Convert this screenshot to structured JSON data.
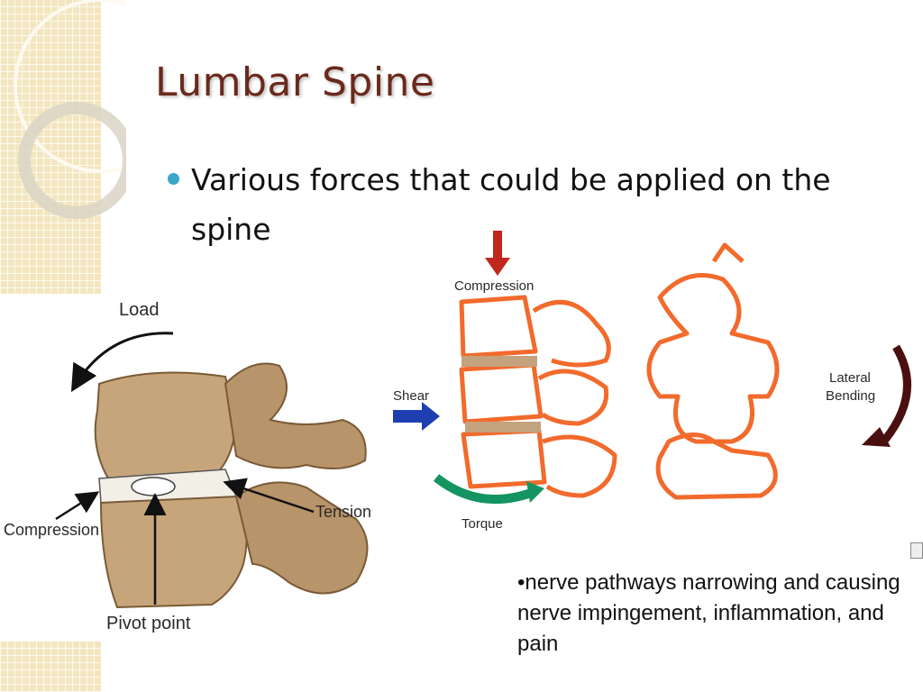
{
  "slide": {
    "title": "Lumbar Spine",
    "bullets": [
      {
        "text": "Various forces that could be applied on the spine"
      }
    ],
    "caption": "•nerve pathways narrowing and causing nerve impingement, inflammation, and pain"
  },
  "figure_left": {
    "labels": {
      "load": "Load",
      "compression": "Compression",
      "tension": "Tension",
      "pivot": "Pivot point"
    }
  },
  "figure_right": {
    "labels": {
      "compression": "Compression",
      "shear": "Shear",
      "torque": "Torque",
      "lateral": "Lateral",
      "bending": "Bending"
    }
  },
  "colors": {
    "title": "#6b2a1c",
    "bullet": "#3aa6c9",
    "bone": "#c7a57b",
    "bone_outline": "#f26a2c",
    "arrow_red": "#c0281e",
    "arrow_blue": "#1d3fb0",
    "arrow_green": "#149460",
    "arrow_maroon": "#4a0f0f"
  }
}
